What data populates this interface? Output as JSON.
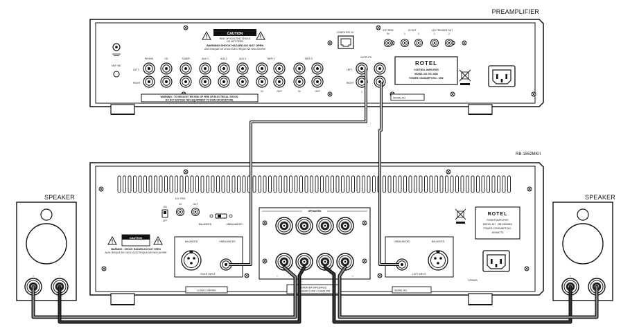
{
  "titles": {
    "preamplifier": "PREAMPLIFIER",
    "power_amp": "RB-1552MKII",
    "speaker_left": "SPEAKER",
    "speaker_right": "SPEAKER"
  },
  "preamp": {
    "caution_title": "CAUTION",
    "caution_sub1": "RISK OF ELECTRIC SHOCK",
    "caution_sub2": "DO NOT OPEN",
    "shock_warning": "WARNING:SHOCK HAZARD-DO NOT OPEN",
    "shock_warning_fr": "AVIS:RISQUE DE CHOC ÉLECTRIQUE-NE PAS OUVRIR",
    "inputs": [
      "PHONO",
      "CD",
      "TUNER",
      "AUX 1",
      "AUX 2",
      "AUX 3",
      "TAPE 1",
      "TAPE 2"
    ],
    "row_left": "LEFT",
    "row_right": "RIGHT",
    "tape_in": "IN",
    "tape_out": "OUT",
    "phono_switch": "MM / MC",
    "computer_io": "COMPUTER I/O",
    "ext_rem_label": "EXT REM",
    "ext_rem_in": "IN",
    "ir_out_label": "IR OUT",
    "ir_out_1": "1",
    "ir_out_2": "2",
    "trigger_label": "12V TRIGGER OUT",
    "trigger_1": "1",
    "trigger_2": "2",
    "outputs_label": "OUTPUTS",
    "outputs_left": "LEFT",
    "outputs_right": "RIGHT",
    "outputs_num": "1",
    "brand": "ROTEL",
    "model_line1": "CONTROL AMPLIFIER",
    "model_line2": "MODEL NO. RC-1580",
    "model_line3": "POWER CONSUMPTION : 15W",
    "fire_warning1": "WARNING : TO REDUCE THE RISK OF FIRE OR ELECTRICAL SHOCK,",
    "fire_warning2": "DO NOT EXPOSE THIS EQUIPMENT TO RAIN OR MOISTURE.",
    "serial": "SERIAL NO."
  },
  "power_amp": {
    "trigger_label": "12V TRIG",
    "switch_on": "ON",
    "switch_off": "OFF",
    "trig_in": "IN",
    "trig_out": "OUT",
    "balanced": "BALANCED",
    "unbalanced": "UNBALANCED",
    "caution_title": "CAUTION",
    "shock_warning": "WARNING : SHOCK HAZARD-DO NOT OPEN",
    "shock_warning_fr": "AVIS: RISQUE DE CHOC ÉLECTRIQUE-NE PAS OUVRIR",
    "right_input": "RIGHT INPUT",
    "left_input": "LEFT INPUT",
    "speakers_label": "SPEAKERS",
    "plus": "+",
    "minus": "−",
    "class2": "CLASS 2 WIRING",
    "impedance1": "SPEAKER IMPEDANCE",
    "impedance2": "MINIMUM LOAD 4 OHMS MIN",
    "serial": "SERIAL NO.",
    "brand": "ROTEL",
    "model_line1": "POWER AMPLIFIER",
    "model_line2": "MODEL NO. : RB-1552MKII",
    "model_line3": "POWER CONSUMPTION :",
    "model_line4": "400WATTS",
    "code": "EPN403"
  },
  "speakers": {
    "plus": "+",
    "minus": "−"
  }
}
